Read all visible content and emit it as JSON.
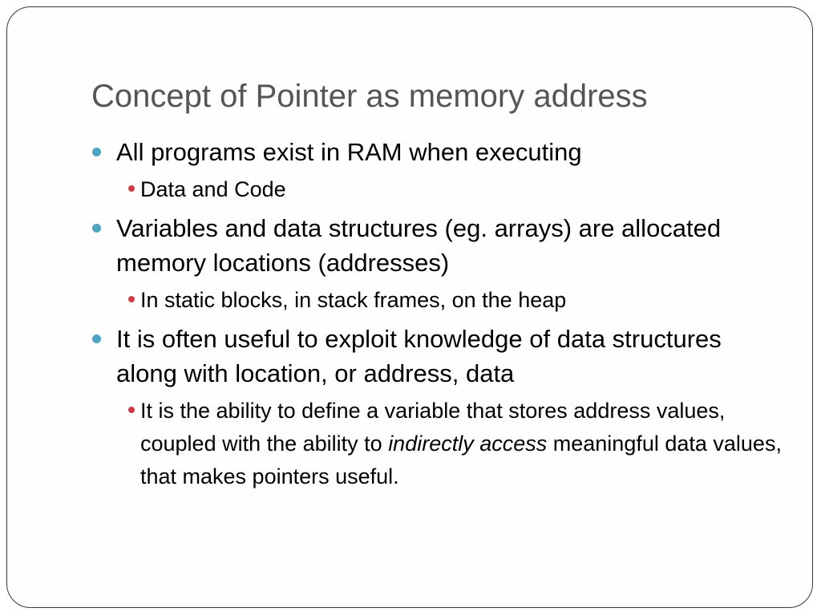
{
  "slide": {
    "title": "Concept of Pointer as memory address",
    "bullets": [
      {
        "text": "All programs exist in RAM when executing",
        "sub": [
          {
            "text": "Data and Code"
          }
        ]
      },
      {
        "text": "Variables and data structures (eg. arrays) are allocated memory locations (addresses)",
        "sub": [
          {
            "text": "In static blocks, in stack frames, on the heap"
          }
        ]
      },
      {
        "text": "It is often useful to exploit knowledge of data structures along with location, or address, data",
        "sub": [
          {
            "text_before": "It is the ability to define a variable that stores address values, coupled with the ability to ",
            "emphasis": "indirectly access",
            "text_after": " meaningful data values, that makes pointers useful."
          }
        ]
      }
    ],
    "colors": {
      "title": "#555555",
      "level1_bullet": "#4fa4c2",
      "level2_bullet": "#d23a44",
      "frame_border": "#3a3a3a"
    }
  }
}
